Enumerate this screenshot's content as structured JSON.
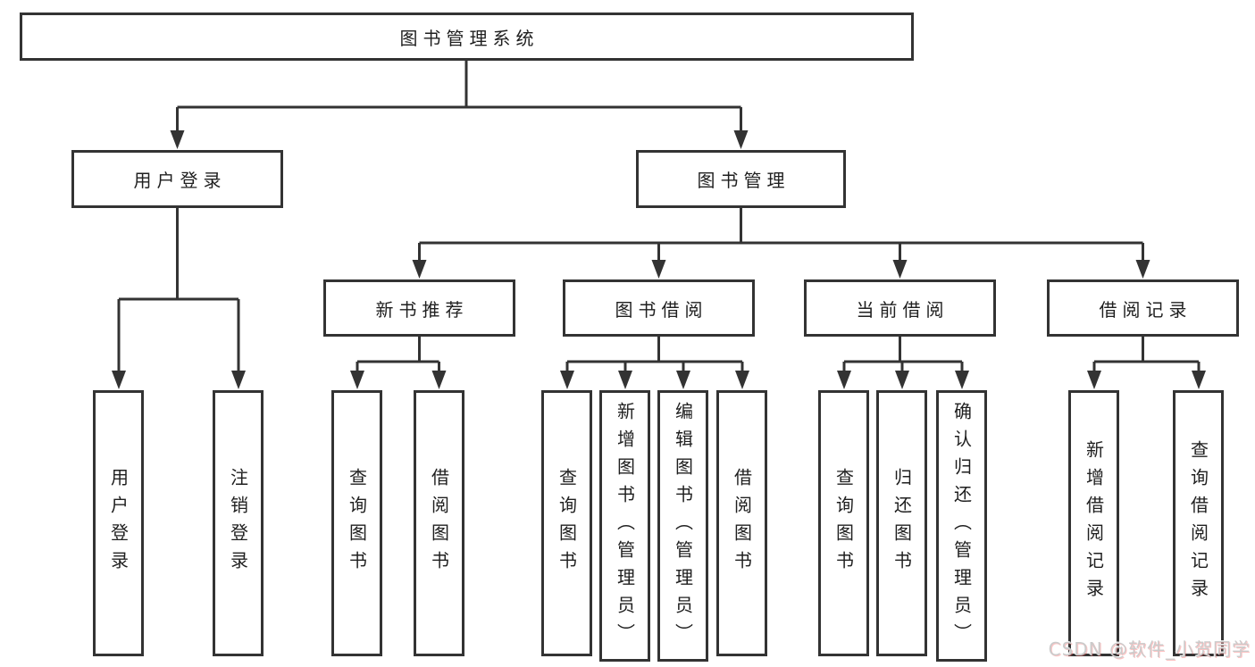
{
  "tree": {
    "label": "图书管理系统",
    "children": [
      {
        "label": "用户登录",
        "children": [
          {
            "label": "用户登录"
          },
          {
            "label": "注销登录"
          }
        ]
      },
      {
        "label": "图书管理",
        "children": [
          {
            "label": "新书推荐",
            "children": [
              {
                "label": "查询图书"
              },
              {
                "label": "借阅图书"
              }
            ]
          },
          {
            "label": "图书借阅",
            "children": [
              {
                "label": "查询图书"
              },
              {
                "label": "新增图书（管理员）"
              },
              {
                "label": "编辑图书（管理员）"
              },
              {
                "label": "借阅图书"
              }
            ]
          },
          {
            "label": "当前借阅",
            "children": [
              {
                "label": "查询图书"
              },
              {
                "label": "归还图书"
              },
              {
                "label": "确认归还（管理员）"
              }
            ]
          },
          {
            "label": "借阅记录",
            "children": [
              {
                "label": "新增借阅记录"
              },
              {
                "label": "查询借阅记录"
              }
            ]
          }
        ]
      }
    ]
  },
  "watermark": {
    "text": "CSDN @软件_小贺同学"
  },
  "colors": {
    "line": "#333333",
    "node_border": "#333333",
    "node_text": "#1f1f1f",
    "background": "#ffffff",
    "watermark_gray": "#cbcbcb",
    "watermark_red": "#fc5531"
  }
}
